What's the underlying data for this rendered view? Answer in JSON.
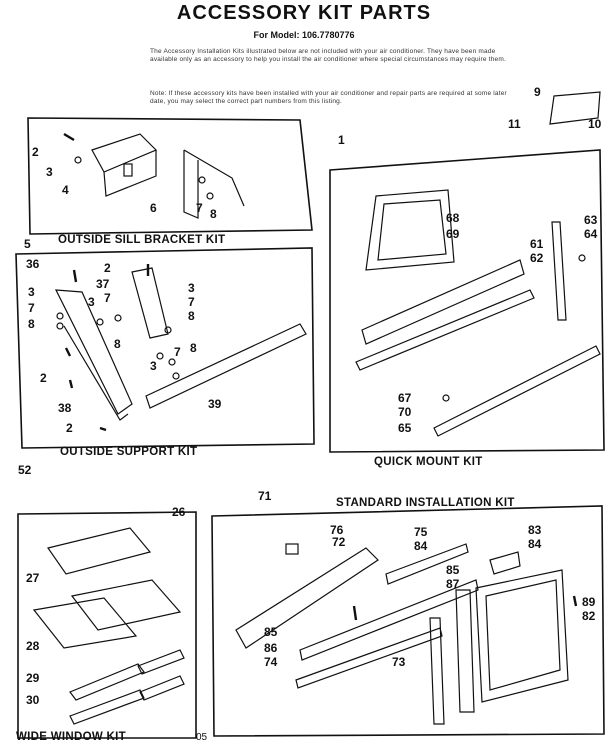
{
  "header": {
    "title": "ACCESSORY KIT PARTS",
    "model": "For Model: 106.7780776",
    "note1": "The Accessory Installation Kits illustrated below are not included with your air conditioner. They have been made available only as an accessory to help you install the air conditioner where special circumstances may require them.",
    "note2": "Note: If these accessory kits have been installed with your air conditioner and repair parts are required at some later date, you may select the correct part numbers from this listing."
  },
  "kits": {
    "sill": "OUTSIDE SILL BRACKET KIT",
    "support": "OUTSIDE SUPPORT KIT",
    "quick": "QUICK MOUNT KIT",
    "standard": "STANDARD INSTALLATION KIT",
    "wide": "WIDE WINDOW KIT"
  },
  "callouts": {
    "n1": "1",
    "n2a": "2",
    "n3a": "3",
    "n4": "4",
    "n5": "5",
    "n6": "6",
    "n7a": "7",
    "n8a": "8",
    "n9": "9",
    "n10": "10",
    "n11": "11",
    "n36": "36",
    "n2b": "2",
    "n37": "37",
    "n3b": "3",
    "n7b": "7",
    "n8b": "8",
    "n3c": "3",
    "n7c": "7",
    "n8c": "8",
    "n3d": "3",
    "n7d": "7",
    "n8d": "8",
    "n3e": "3",
    "n7e": "7",
    "n8e": "8",
    "n2c": "2",
    "n38": "38",
    "n2d": "2",
    "n39": "39",
    "n52": "52",
    "n68": "68",
    "n69": "69",
    "n63": "63",
    "n64": "64",
    "n61": "61",
    "n62": "62",
    "n67": "67",
    "n70": "70",
    "n65": "65",
    "n71": "71",
    "n76": "76",
    "n72": "72",
    "n75": "75",
    "n84a": "84",
    "n83": "83",
    "n84b": "84",
    "n85a": "85",
    "n87": "87",
    "n89": "89",
    "n82": "82",
    "n85b": "85",
    "n86": "86",
    "n74": "74",
    "n73": "73",
    "n26": "26",
    "n27": "27",
    "n28": "28",
    "n29": "29",
    "n30": "30",
    "footer": "05"
  }
}
